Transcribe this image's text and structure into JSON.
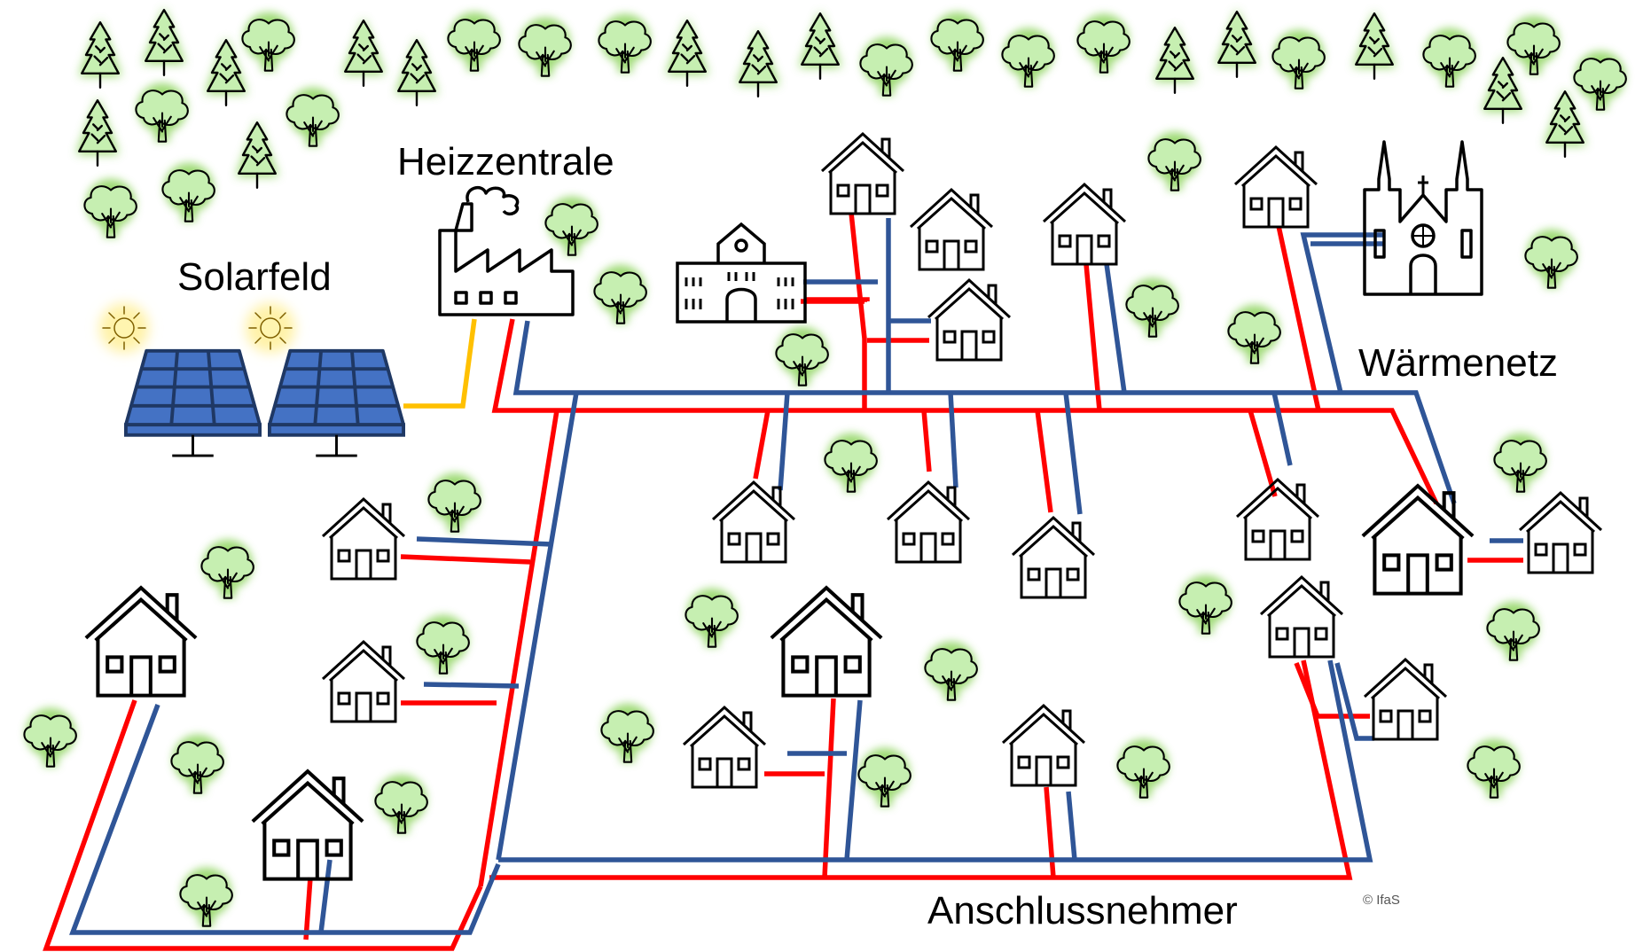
{
  "labels": {
    "heizzentrale": "Heizzentrale",
    "solarfeld": "Solarfeld",
    "waermenetz": "Wärmenetz",
    "anschlussnehmer": "Anschlussnehmer",
    "copyright": "© IfaS"
  },
  "colors": {
    "supply_pipe": "#ff0000",
    "return_pipe": "#2f5597",
    "solar_link": "#ffc000",
    "panel_fill": "#4472c4",
    "panel_frame": "#1f3864",
    "tree_fill": "#c6efb1",
    "tree_glow": "#8ed45e",
    "sun_glow": "#fff2a8",
    "building_stroke": "#000000"
  },
  "icons": [
    "house-icon",
    "tree-icon",
    "pine-tree-icon",
    "school-icon",
    "church-icon",
    "factory-icon",
    "solar-panel-icon",
    "sun-icon"
  ]
}
